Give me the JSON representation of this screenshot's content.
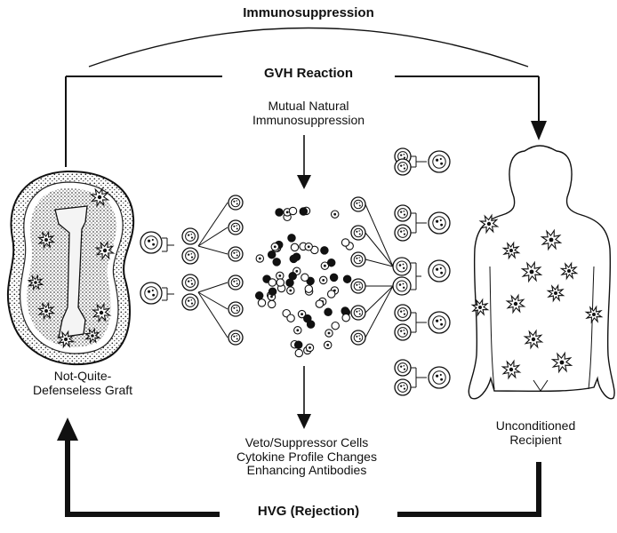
{
  "diagram": {
    "top_label": "Immunosuppression",
    "gvh_label": "GVH Reaction",
    "mutual_line1": "Mutual Natural",
    "mutual_line2": "Immunosuppression",
    "graft_line1": "Not-Quite-",
    "graft_line2": "Defenseless Graft",
    "recipient_line1": "Unconditioned",
    "recipient_line2": "Recipient",
    "effects": [
      "Veto/Suppressor Cells",
      "Cytokine Profile Changes",
      "Enhancing Antibodies"
    ],
    "hvg_label": "HVG (Rejection)"
  }
}
